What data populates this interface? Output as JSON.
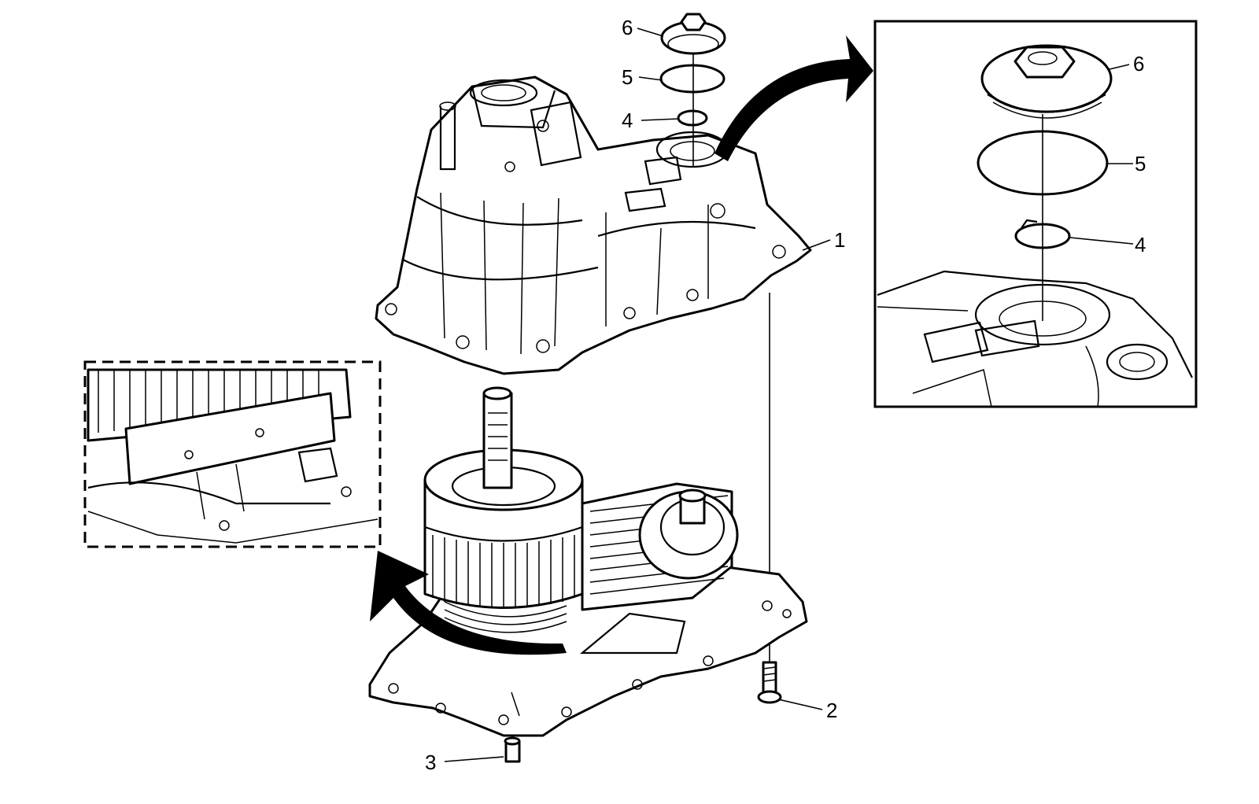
{
  "callouts": {
    "main": {
      "c1": "1",
      "c2": "2",
      "c3": "3",
      "c4": "4",
      "c5": "5",
      "c6": "6"
    },
    "inset": {
      "c4": "4",
      "c5": "5",
      "c6": "6"
    }
  }
}
